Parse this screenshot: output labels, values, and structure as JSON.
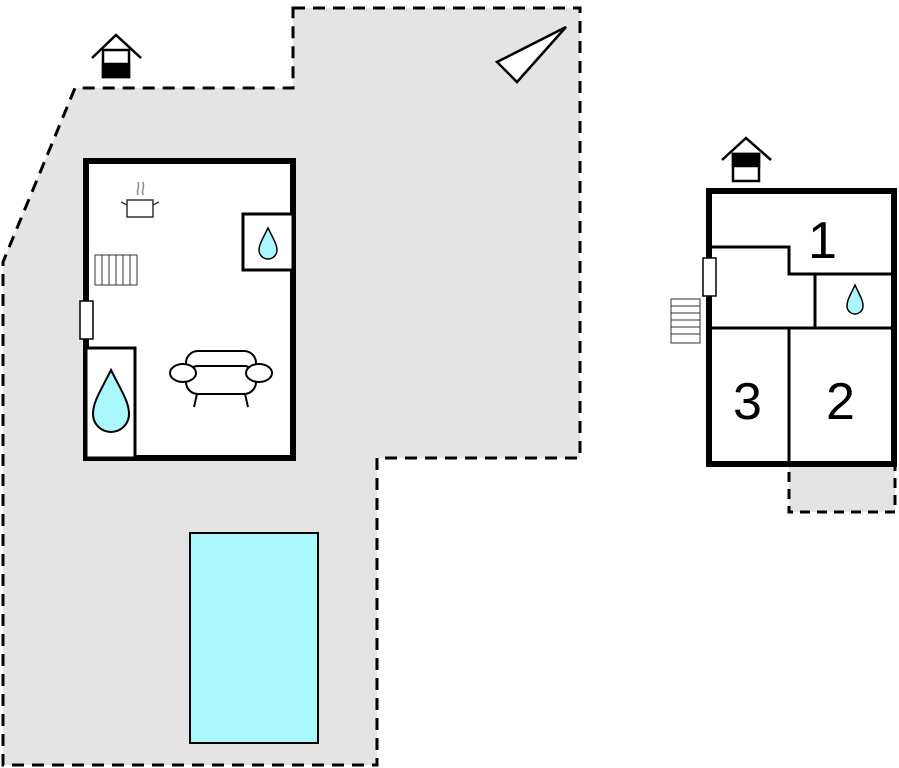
{
  "floor_plan": {
    "rooms": [
      {
        "label": "1"
      },
      {
        "label": "2"
      },
      {
        "label": "3"
      }
    ],
    "colors": {
      "outdoor_area": "#e4e4e4",
      "water": "#aaf8fc",
      "wall": "#000000"
    }
  }
}
